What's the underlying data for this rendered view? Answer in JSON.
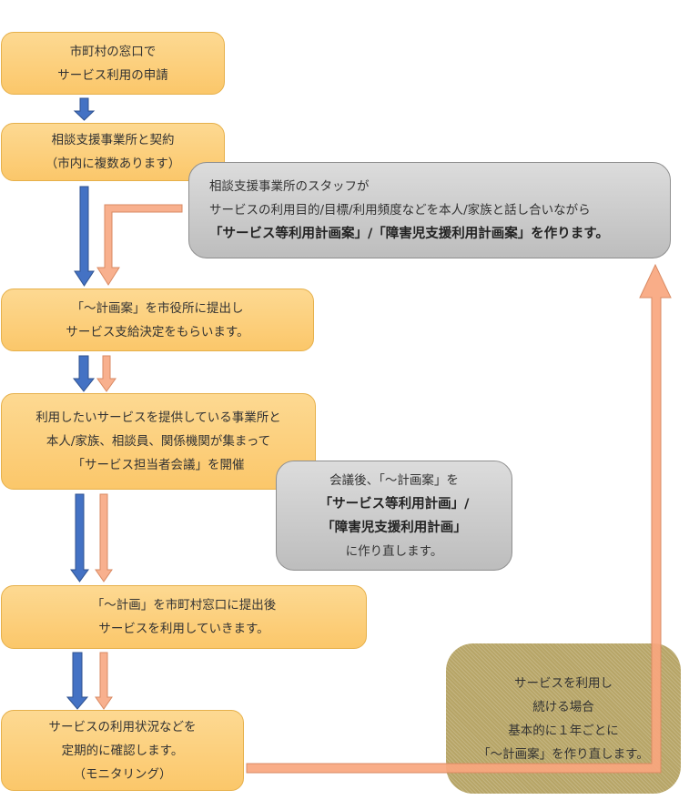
{
  "steps": [
    {
      "lines": [
        "市町村の窓口で",
        "サービス利用の申請"
      ]
    },
    {
      "lines": [
        "相談支援事業所と契約",
        "（市内に複数あります）"
      ]
    },
    {
      "lines": [
        "「～計画案」を市役所に提出し",
        "サービス支給決定をもらいます。"
      ]
    },
    {
      "lines": [
        "利用したいサービスを提供している事業所と",
        "本人/家族、相談員、関係機関が集まって",
        "「サービス担当者会議」を開催"
      ]
    },
    {
      "lines": [
        "「～計画」を市町村窓口に提出後",
        "サービスを利用していきます。"
      ]
    },
    {
      "lines": [
        "サービスの利用状況などを",
        "定期的に確認します。",
        "（モニタリング）"
      ]
    }
  ],
  "notes": {
    "plan_draft": {
      "lines": [
        "相談支援事業所のスタッフが",
        "サービスの利用目的/目標/利用頻度などを本人/家族と話し合いながら"
      ],
      "bold": "「サービス等利用計画案」/「障害児支援利用計画案」を作ります。"
    },
    "after_meeting": {
      "line1": "会議後、「～計画案」を",
      "bold1": "「サービス等利用計画」/",
      "bold2": "「障害児支援利用計画」",
      "line2": "に作り直します。"
    },
    "renewal": {
      "lines": [
        "サービスを利用し",
        "続ける場合",
        "基本的に１年ごとに",
        "「～計画案」を作り直します。"
      ]
    }
  },
  "colors": {
    "blue_arrow": "#4472c4",
    "salmon_arrow": "#f4a582",
    "orange_box": "#fbc76a",
    "gray_box": "#c8c8c8",
    "olive_box": "#b7a567"
  }
}
